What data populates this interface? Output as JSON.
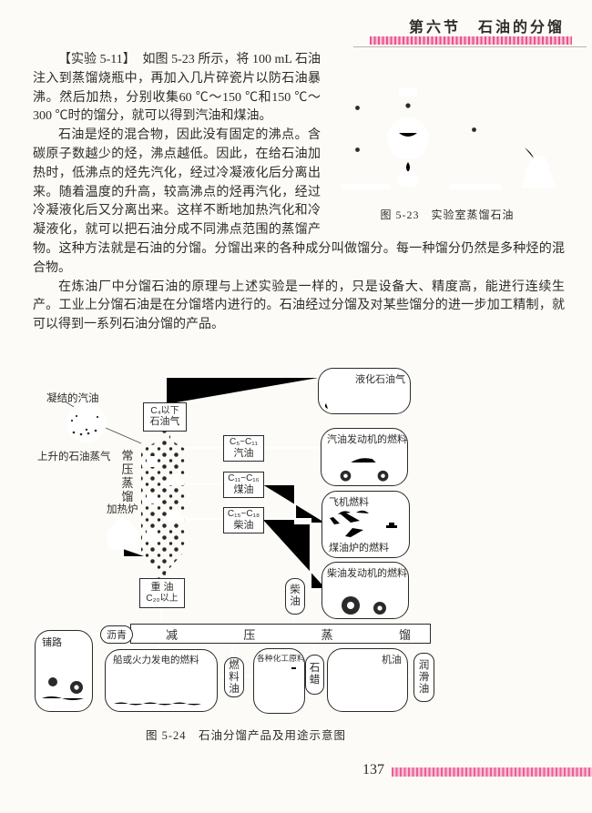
{
  "colors": {
    "accent_pink": "#e8538b",
    "ink": "#2c2c2a",
    "page_bg": "#fcfbf7",
    "page_number_red": "#a21c3a"
  },
  "header": {
    "section_title": "第六节　石油的分馏"
  },
  "paragraphs": {
    "p1_tag": "【实验 5-11】",
    "p1": "如图 5-23 所示，将 100 mL 石油注入到蒸馏烧瓶中，再加入几片碎瓷片以防石油暴沸。然后加热，分别收集60 ℃～150 ℃和150 ℃～300 ℃时的馏分，就可以得到汽油和煤油。",
    "p2": "石油是烃的混合物，因此没有固定的沸点。含碳原子数越少的烃，沸点越低。因此，在给石油加热时，低沸点的烃先汽化，经过冷凝液化后分离出来。随着温度的升高，较高沸点的烃再汽化，经过冷凝液化后又分离出来。这样不断地加热汽化和冷凝液化，就可以把石油分成不同沸点范围的蒸馏产物。这种方法就是石油的分馏。分馏出来的各种成分叫做馏分。每一种馏分仍然是多种烃的混合物。",
    "p3": "在炼油厂中分馏石油的原理与上述实验是一样的，只是设备大、精度高，能进行连续生产。工业上分馏石油是在分馏塔内进行的。石油经过分馏及对某些馏分的进一步加工精制，就可以得到一系列石油分馏的产品。"
  },
  "figure23": {
    "caption": "图 5-23　实验室蒸馏石油"
  },
  "figure24": {
    "caption": "图 5-24　石油分馏产品及用途示意图",
    "inset_top_label": "凝结的汽油",
    "inset_bottom_label": "上升的石油蒸气",
    "tower_label": "常压蒸馏",
    "furnace_label": "加热炉",
    "top_box": {
      "line1": "C₄以下",
      "line2": "石油气"
    },
    "fractions": [
      {
        "range": "C₅~C₁₁",
        "name": "汽油"
      },
      {
        "range": "C₁₁~C₁₆",
        "name": "煤油"
      },
      {
        "range": "C₁₅~C₁₈",
        "name": "柴油"
      }
    ],
    "heavy_oil": {
      "line1": "重 油",
      "line2": "C₂₀以上"
    },
    "diesel_pill": "柴油",
    "band_chars": [
      "减",
      "压",
      "蒸",
      "馏"
    ],
    "asphalt_pill": "沥青",
    "products": {
      "lpg": "液化石油气",
      "gasoline_use": "汽油发动机的燃料",
      "jet": "飞机燃料",
      "stove": "煤油炉的燃料",
      "diesel_use": "柴油发动机的燃料",
      "paving": "铺路",
      "ship": "船或火力发电的燃料",
      "fuel_oil": "燃料油",
      "chem": "各种化工原料",
      "wax": "石蜡",
      "machine_oil": "机油",
      "lube": "润滑油"
    }
  },
  "footer": {
    "page_number": "137"
  }
}
